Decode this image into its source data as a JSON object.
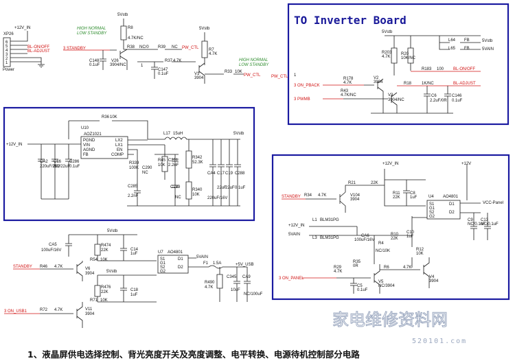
{
  "title": "TO Inverter Board",
  "caption": "1、液晶屏供电选择控制、背光亮度开关及亮度调整、电平转换、电源待机控制部分电路",
  "watermark": {
    "cn": "家电维修资料网",
    "url": "520101.com"
  },
  "notes": {
    "hn_top": "HIGH NORMAL",
    "ls_top": "LOW STANDBY",
    "hn_r": "HIGH NORMAL",
    "ls_r": "LOW STANDBY"
  },
  "xp26": {
    "ref": "XP26",
    "power": "Power",
    "pins": [
      "6",
      "5",
      "4",
      "3",
      "2",
      "1"
    ],
    "sig": [
      "BL-ON/OFF",
      "BL-ADJUST"
    ]
  },
  "net": {
    "v12": "+12V_IN",
    "v5sb": "5Vstb",
    "v5sb2": "5Vstb",
    "v5sb3": "5Vstb",
    "v5sb4": "5Vstb",
    "v5sb5": "5Vstb",
    "v12b": "+12V",
    "v5ain": "5VAIN",
    "v5ain2": "5VAIN",
    "v5ain3": "5VAIN",
    "vcc": "VCC-Panel",
    "v5usb": "+5V_USB",
    "vstb_inv": "5Vstb",
    "v12c": "+12V_IN",
    "v12d": "+12V_IN",
    "standby": "3 STANDBY",
    "pwctl": "PW_CTL",
    "pwctl2": "PW_CTL",
    "pwctl3": "PW_CTL",
    "onpback": "3  ON_PBACK",
    "pwmb": "3  PWMB",
    "blon": "BL-ON/OFF",
    "bladj": "BL-ADJUST",
    "standby2": "STANDBY",
    "standby3": "STANDBY",
    "onpanel": "3  ON_PANEL",
    "onusb": "3  ON_USB1",
    "nc1": "NC/0",
    "nc2": "NC",
    "n1": "1"
  },
  "parts": {
    "r8": "R8",
    "r8v": "4.7K/NC",
    "r38": "R38",
    "r39": "R39",
    "r37": "R37",
    "r37v": "4.7K",
    "c148": "C148",
    "c148v": "0.1uF",
    "v26": "V26",
    "v26v": "3904/NC",
    "c147": "C147",
    "c147v": "0.1uF",
    "r7": "R7",
    "r7v": "4.7K",
    "v1": "V1",
    "v1v": "3904",
    "r33": "R33",
    "r33v": "10K",
    "r203": "R203",
    "r203v": "4.7K",
    "r20": "R20",
    "r20v": "10K/NC",
    "l64": "L64",
    "l65": "L65",
    "fb": "FB",
    "fb2": "FB",
    "r178": "R178",
    "r178v": "4.7K",
    "v2": "V2",
    "v2v": "3904",
    "r183": "R183",
    "r183v": "100",
    "r43": "R43",
    "r43v": "4.7K/NC",
    "v3": "V3",
    "v3v": "3904/NC",
    "r18": "R18",
    "r18v": "1K/NC",
    "c6": "C6",
    "c6v": "2.2uF/0R",
    "c146": "C146",
    "c146v": "0.1uF",
    "u10": "U10",
    "u10v": "AOZ1021",
    "r36": "R36",
    "r36v": "10K",
    "l17": "L17",
    "l17v": "15uH",
    "pgnd": "PGND",
    "vin": "VIN",
    "agnd": "AGND",
    "fbp": "FB",
    "lx2": "LX2",
    "lx1": "LX1",
    "en": "EN",
    "comp": "COMP",
    "ca2": "CA2",
    "ca2v": "220uF/25V",
    "c16": "C16",
    "c16v": "NC/22uF",
    "c286": "C286",
    "c286v": "0.1uF",
    "r339": "R339",
    "r339v": "100K",
    "c290": "C290",
    "c290v": "NC",
    "r45": "R45",
    "r45v": "10K",
    "c291": "C291",
    "c291v": "2.2nF",
    "c285": "C285",
    "c285v": "2.2nF",
    "c289": "C289",
    "c289v": "NC",
    "r342": "R342",
    "r342v": "52.3K",
    "r340": "R340",
    "r340v": "10K",
    "ca4": "CA4",
    "ca4v": "220uF/16V",
    "c17": "C17",
    "c19": "C19",
    "c22v": "22uF",
    "c22v2": "22uF",
    "c288": "C288",
    "c288v": "0.1uF",
    "r34": "R34",
    "r34v": "4.7K",
    "r21": "R21",
    "r21v": "22K",
    "v104": "V104",
    "v104v": "3904",
    "r11": "R11",
    "r11v": "22K",
    "c8": "C8",
    "c8v": "1uF",
    "u4": "U4",
    "u4v": "AO4801",
    "l1": "L1",
    "l1v": "BLM31PG",
    "l3": "L3",
    "l3v": "BLM31PG",
    "ca6": "CA6",
    "ca6v": "100uF/16V",
    "r4": "R4",
    "r4v": "NC/10K",
    "r10": "R10",
    "r10v": "22K",
    "c10": "C10",
    "c10v": "1uF",
    "r12": "R12",
    "r12v": "10K",
    "c9": "C9",
    "c9v": "NC/0.1uF",
    "c13": "C13",
    "c13v": "NC/0.1uF",
    "r29": "R29",
    "r29v": "4.7K",
    "r35": "R35",
    "r35v": "0R",
    "r6": "R6",
    "r6v": "4.7K",
    "c5": "C5",
    "c5v": "0.1uF",
    "v5": "V5",
    "v5v": "NC/3904",
    "v4": "V4",
    "v4v": "3904",
    "ca5": "CA5",
    "ca5v": "100uF/16V",
    "r474": "R474",
    "r474v": "22K",
    "c14": "C14",
    "c14v": "1uF",
    "u7": "U7",
    "u7v": "AO4801",
    "r54": "R54",
    "r54v": "10K",
    "r46": "R46",
    "r46v": "4.7K",
    "v6": "V6",
    "v6v": "3904",
    "r476": "R476",
    "r476v": "22K",
    "c18": "C18",
    "c18v": "1uF",
    "r71": "R71",
    "r71v": "10K",
    "r72": "R72",
    "r72v": "4.7K",
    "v11": "V11",
    "v11v": "3904",
    "f1": "F1",
    "f1v": "1.5A",
    "r490": "R490",
    "r490v": "4.7K",
    "c345": "C345",
    "c345v": "10uF",
    "ca9": "CA9",
    "ca9v": "NC/100uF",
    "s1": "S1",
    "g1": "G1",
    "s2": "S2",
    "g2": "G2",
    "d1": "D1",
    "d2": "D2"
  }
}
